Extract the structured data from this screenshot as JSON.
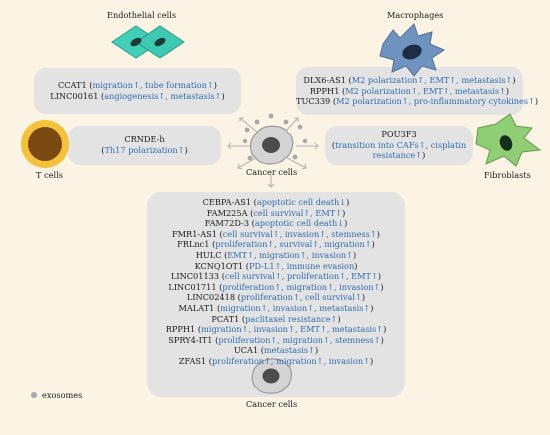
{
  "cells": {
    "endothelial": "Endothelial cells",
    "macrophages": "Macrophages",
    "t_cells": "T cells",
    "fibroblasts": "Fibroblasts",
    "cancer_top": "Cancer cells",
    "cancer_bottom": "Cancer cells"
  },
  "legend": {
    "exosomes": "exosomes"
  },
  "endothelial_box": [
    {
      "gene": "CCAT1",
      "effect": "migration↑, tube formation↑"
    },
    {
      "gene": "LINC00161",
      "effect": "angiogenesis↑, metastasis↑"
    }
  ],
  "macrophage_box": [
    {
      "gene": "DLX6-AS1",
      "effect": "M2 polarization↑, EMT↑, metastasis↑"
    },
    {
      "gene": "RPPH1",
      "effect": "M2 polarization↑, EMT↑, metastasis↑"
    },
    {
      "gene": "TUC339",
      "effect": "M2 polarization↑, pro-inflammatory cytokines↑"
    }
  ],
  "tcell_box": [
    {
      "gene": "CRNDE-h",
      "effect": ""
    },
    {
      "gene": "",
      "effect": "Th17 polarization↑"
    }
  ],
  "fibroblast_box": [
    {
      "gene": "POU3F3",
      "effect": ""
    },
    {
      "gene": "",
      "effect": "transition into CAFs↑, cisplatin"
    },
    {
      "gene": "",
      "effect": "resistance↑"
    }
  ],
  "cancer_box": [
    {
      "gene": "CEBPA-AS1",
      "effect": "apoptotic cell death↓"
    },
    {
      "gene": "FAM225A",
      "effect": "cell survival↑, EMT↑"
    },
    {
      "gene": "FAM72D-3",
      "effect": "apoptotic cell death↓"
    },
    {
      "gene": "FMR1-AS1",
      "effect": "cell survival↑, invasion↑, stemness↑"
    },
    {
      "gene": "FRLnc1",
      "effect": "proliferation↑, survival↑, migration↑"
    },
    {
      "gene": "HULC",
      "effect": "EMT↑, migration↑, invasion↑"
    },
    {
      "gene": "KCNQ1OT1",
      "effect": "PD-L1↑, immune evasion"
    },
    {
      "gene": "LINC01133",
      "effect": "cell survival↑, proliferation↑, EMT↑"
    },
    {
      "gene": "LINC01711",
      "effect": "proliferation↑, migration↑, invasion↑"
    },
    {
      "gene": "LINC02418",
      "effect": "proliferation↑, cell survival↑"
    },
    {
      "gene": "MALAT1",
      "effect": "migration↑, invasion↑, metastasis↑"
    },
    {
      "gene": "PCAT1",
      "effect": "paclitaxel resistance↑"
    },
    {
      "gene": "RPPH1",
      "effect": "migration↑, invasion↑, EMT↑, metastasis↑"
    },
    {
      "gene": "SPRY4-IT1",
      "effect": "proliferation↑, migration↑, stemness↑"
    },
    {
      "gene": "UCA1",
      "effect": "metastasis↑"
    },
    {
      "gene": "ZFAS1",
      "effect": "proliferation↑, migration↑, invasion↑"
    }
  ],
  "colors": {
    "background": "#fbf3e4",
    "box": "#e3e3e3",
    "effect_text": "#2e6db4",
    "endothelial": "#3ec9b2",
    "macrophage": "#5f86b4",
    "tcell_outer": "#f4c23a",
    "tcell_nucleus": "#7a4a12",
    "fibroblast": "#8fce74",
    "cancer_cell": "#9a9a9a",
    "exosome": "#a8a8a8"
  }
}
